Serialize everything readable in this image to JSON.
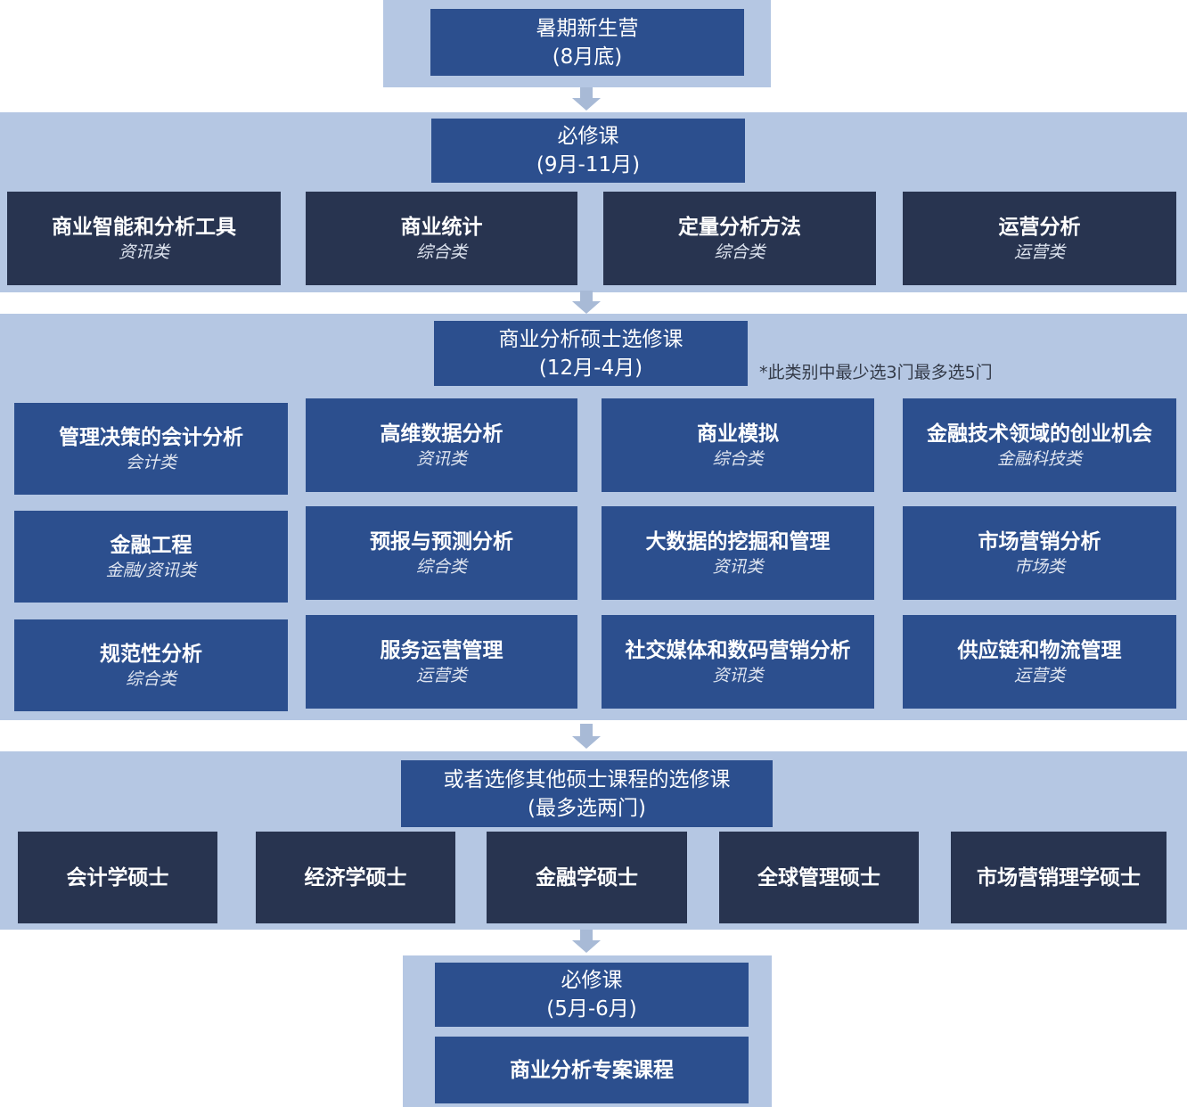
{
  "stage1": {
    "title": "暑期新生营",
    "period": "(8月底)"
  },
  "stage2": {
    "title": "必修课",
    "period": "(9月-11月)",
    "courses": [
      {
        "name": "商业智能和分析工具",
        "category": "资讯类"
      },
      {
        "name": "商业统计",
        "category": "综合类"
      },
      {
        "name": "定量分析方法",
        "category": "综合类"
      },
      {
        "name": "运营分析",
        "category": "运营类"
      }
    ]
  },
  "stage3": {
    "title": "商业分析硕士选修课",
    "period": "(12月-4月)",
    "note": "*此类别中最少选3门最多选5门",
    "courses": [
      {
        "name": "管理决策的会计分析",
        "category": "会计类"
      },
      {
        "name": "高维数据分析",
        "category": "资讯类"
      },
      {
        "name": "商业模拟",
        "category": "综合类"
      },
      {
        "name": "金融技术领域的创业机会",
        "category": "金融科技类"
      },
      {
        "name": "金融工程",
        "category": "金融/资讯类"
      },
      {
        "name": "预报与预测分析",
        "category": "综合类"
      },
      {
        "name": "大数据的挖掘和管理",
        "category": "资讯类"
      },
      {
        "name": "市场营销分析",
        "category": "市场类"
      },
      {
        "name": "规范性分析",
        "category": "综合类"
      },
      {
        "name": "服务运营管理",
        "category": "运营类"
      },
      {
        "name": "社交媒体和数码营销分析",
        "category": "资讯类"
      },
      {
        "name": "供应链和物流管理",
        "category": "运营类"
      }
    ]
  },
  "stage4": {
    "title": "或者选修其他硕士课程的选修课",
    "period": "(最多选两门)",
    "programs": [
      "会计学硕士",
      "经济学硕士",
      "金融学硕士",
      "全球管理硕士",
      "市场营销理学硕士"
    ]
  },
  "stage5": {
    "title": "必修课",
    "period": "(5月-6月)",
    "project": "商业分析专案课程"
  }
}
